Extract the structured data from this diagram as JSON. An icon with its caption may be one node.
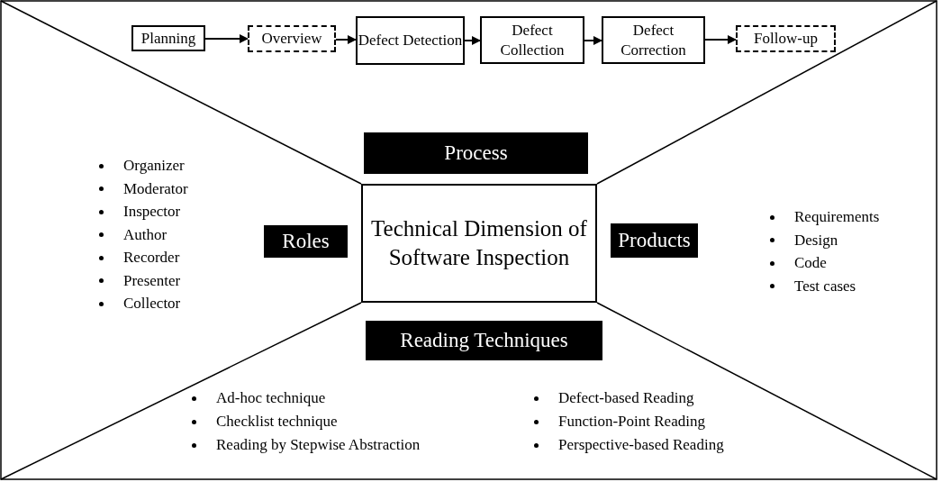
{
  "diagram": {
    "nodes": [
      {
        "text": [
          "Planning"
        ]
      },
      {
        "text": [
          "Overview"
        ]
      },
      {
        "text": [
          "Defect Detection"
        ]
      },
      {
        "text": [
          "Defect Collection"
        ]
      },
      {
        "text": [
          "Defect Correction"
        ]
      },
      {
        "text": [
          "Follow-up"
        ]
      },
      {
        "text": [
          "Process"
        ]
      },
      {
        "text": [
          "Roles"
        ]
      },
      {
        "text": [
          "Technical Dimension of Software Inspection"
        ]
      },
      {
        "text": [
          "Products"
        ]
      },
      {
        "text": [
          "Reading Techniques"
        ]
      }
    ],
    "edges": [
      {
        "from": 0,
        "to": 1,
        "arrow": "to"
      },
      {
        "from": 1,
        "to": 2,
        "arrow": "to"
      },
      {
        "from": 2,
        "to": 3,
        "arrow": "to"
      },
      {
        "from": 3,
        "to": 4,
        "arrow": "to"
      },
      {
        "from": 4,
        "to": 5,
        "arrow": "to"
      }
    ],
    "labels": [
      "Organizer",
      "Moderator",
      "Inspector",
      "Author",
      "Recorder",
      "Presenter",
      "Collector",
      "Requirements",
      "Design",
      "Code",
      "Test cases",
      "Ad-hoc technique",
      "Checklist technique",
      "Reading by Stepwise Abstraction",
      "Defect-based Reading",
      "Function-Point Reading",
      "Perspective-based Reading"
    ]
  }
}
